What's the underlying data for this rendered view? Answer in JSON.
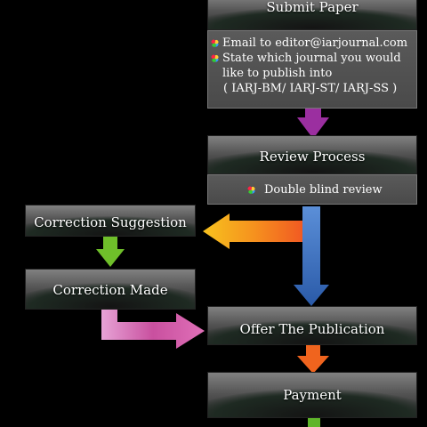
{
  "steps": {
    "submit": {
      "title": "Submit Paper",
      "items": [
        "Email to editor@iarjournal.com",
        "State which journal you would like to publish into",
        "( IARJ-BM/ IARJ-ST/ IARJ-SS )"
      ]
    },
    "review": {
      "title": "Review Process",
      "items": [
        "Double blind review"
      ]
    },
    "correction_suggestion": {
      "title": "Correction Suggestion"
    },
    "correction_made": {
      "title": "Correction Made"
    },
    "offer": {
      "title": "Offer The Publication"
    },
    "payment": {
      "title": "Payment"
    }
  },
  "icons": {
    "bullet": "multicolor-bullet-icon"
  },
  "colors": {
    "background": "#000000",
    "arrow_submit_to_review": "#9b2fa0",
    "arrow_review_to_suggestion": "#f5a21b",
    "arrow_review_to_offer": "#2f5fb0",
    "arrow_suggestion_to_made": "#6fbf2a",
    "arrow_made_to_offer": "#c2539a",
    "arrow_offer_to_payment": "#f0641e",
    "arrow_payment_out": "#5fb52a"
  }
}
